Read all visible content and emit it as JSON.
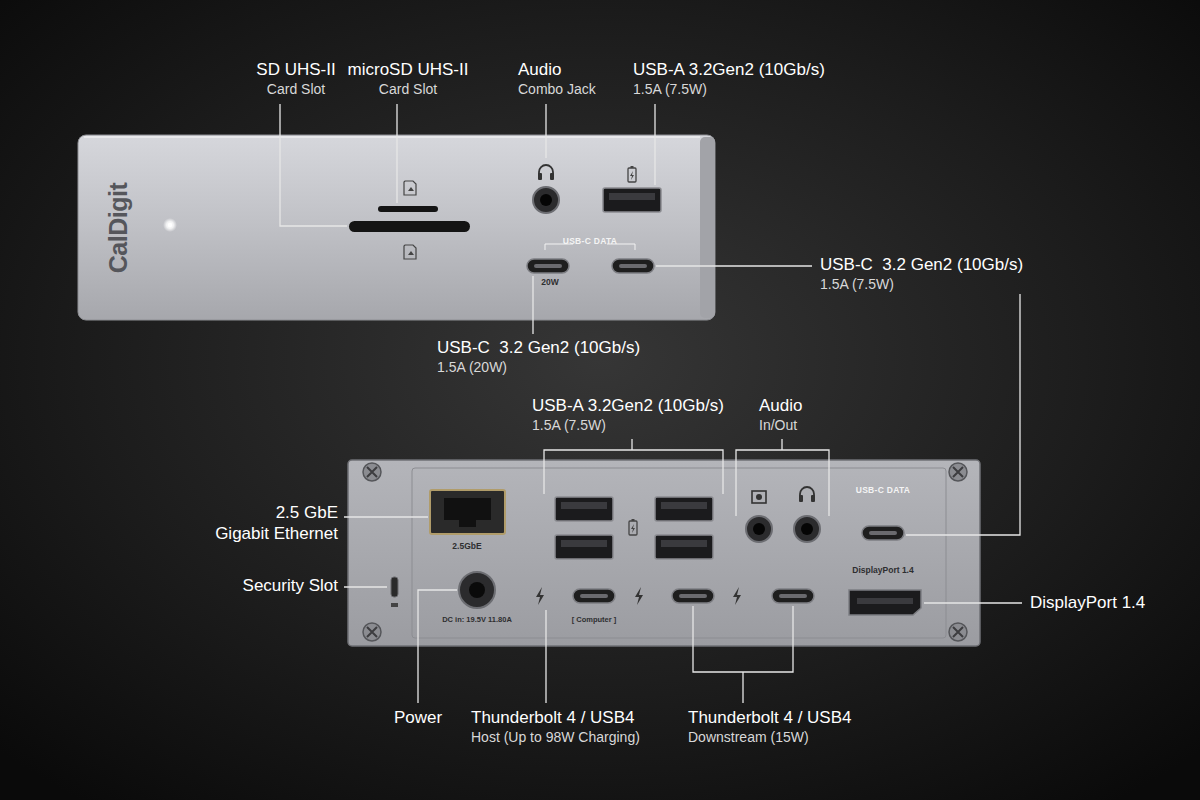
{
  "diagram": {
    "labels": [
      "SD UHS-II",
      "Card Slot",
      "microSD UHS-II",
      "Card Slot",
      "Audio",
      "Combo Jack",
      "USB-A 3.2Gen2 (10Gb/s)",
      "1.5A (7.5W)",
      "CalDigit",
      "USB-C DATA",
      "20W",
      "USB-C  3.2 Gen2 (10Gb/s)",
      "1.5A (7.5W)",
      "USB-C  3.2 Gen2 (10Gb/s)",
      "1.5A (20W)",
      "USB-A 3.2Gen2 (10Gb/s)",
      "1.5A (7.5W)",
      "Audio",
      "In/Out",
      "2.5 GbE",
      "Gigabit Ethernet",
      "2.5GbE",
      "USB-C DATA",
      "Security Slot",
      "DC in: 19.5V 11.80A",
      "[ Computer ]",
      "DisplayPort 1.4",
      "DisplayPort 1.4",
      "Power",
      "Thunderbolt 4 / USB4",
      "Host (Up to 98W Charging)",
      "Thunderbolt 4 / USB4",
      "Downstream (15W)"
    ]
  }
}
